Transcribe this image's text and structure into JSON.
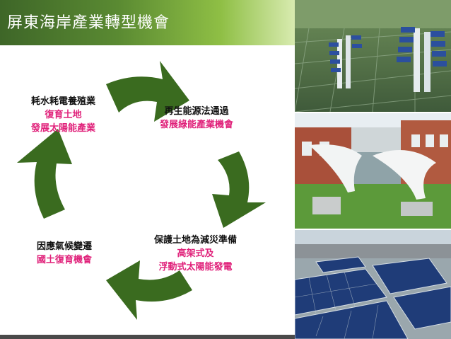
{
  "slide": {
    "title": "屏東海岸產業轉型機會"
  },
  "cycle": {
    "top_left": {
      "line1": "耗水耗電養殖業",
      "line2": "復育土地",
      "line3": "發展太陽能產業"
    },
    "top_right": {
      "line1": "再生能源法通過",
      "line2": "發展綠能產業機會"
    },
    "bottom_right": {
      "line1": "保護土地為減災準備",
      "line2": "高架式及",
      "line3": "浮動式太陽能發電"
    },
    "bottom_left": {
      "line1": "因應氣候變遷",
      "line2": "國土復育機會"
    }
  },
  "colors": {
    "arrow": "#3a6b1f",
    "highlight": "#e0217a",
    "title_bar": "#4a7a2c"
  },
  "icons": [
    "cycle-arrow-icon"
  ]
}
